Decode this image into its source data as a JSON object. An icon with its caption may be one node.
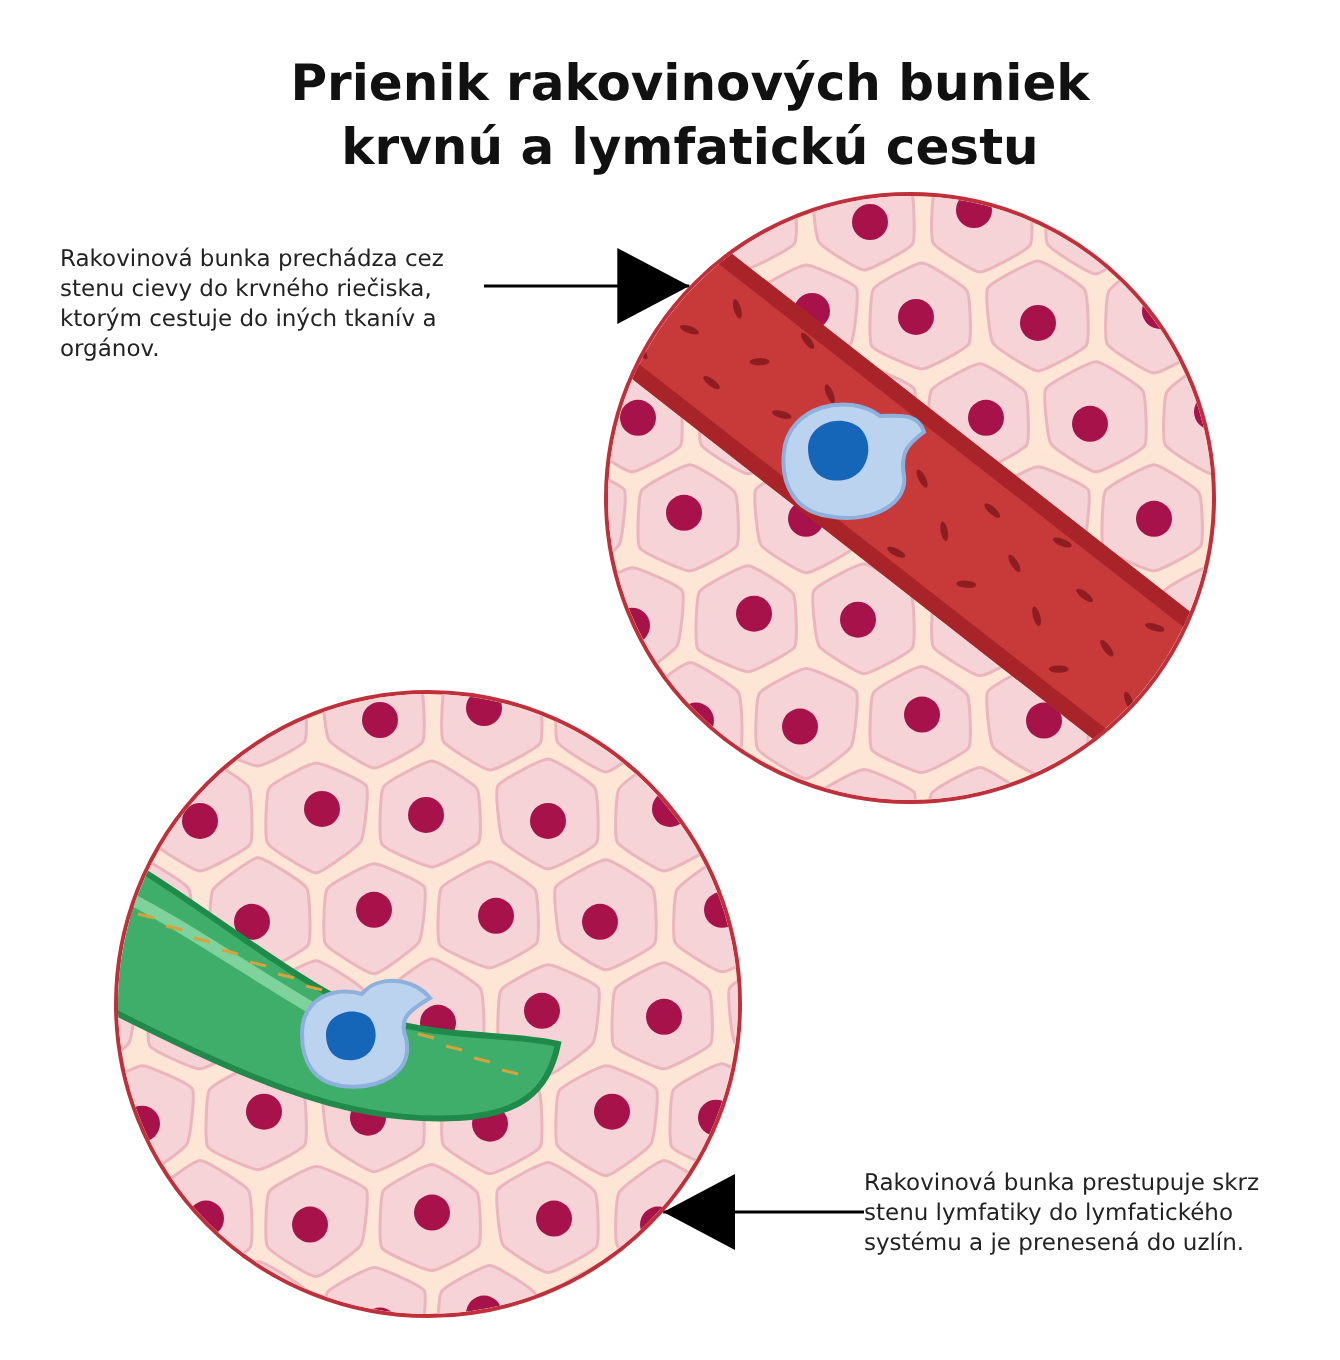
{
  "diagram": {
    "title": "Prienik rakovinových buniek krvnú a lymfatickú cestu",
    "nodes": [
      {
        "text": [
          "Rakovinová bunka prechádza cez stenu cievy do krvného riečiska, ktorým cestuje do iných tkanív a orgánov."
        ]
      },
      {
        "text": [],
        "shape": "picture"
      },
      {
        "text": [],
        "shape": "picture"
      },
      {
        "text": [
          "Rakovinová bunka prestupuje skrz stenu lymfatiky do lymfatického systému a je prenesená do uzlín."
        ]
      }
    ],
    "edges": [
      {
        "from": 0,
        "to": 1,
        "arrow": "to"
      },
      {
        "from": 3,
        "to": 2,
        "arrow": "to"
      }
    ]
  }
}
